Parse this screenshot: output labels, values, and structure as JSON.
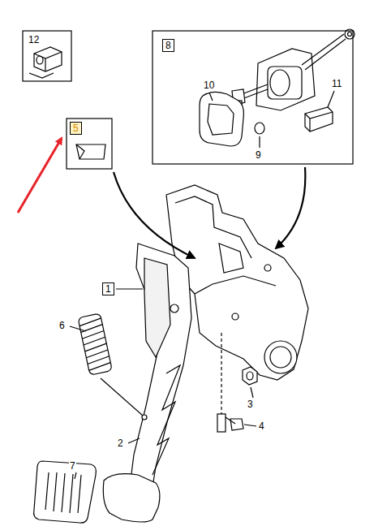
{
  "diagram": {
    "nodes": [
      {
        "text": [
          "8"
        ]
      },
      {
        "text": [
          "5"
        ]
      },
      {
        "text": [
          "1"
        ]
      }
    ],
    "labels": [
      "12",
      "10",
      "11",
      "9",
      "6",
      "3",
      "2",
      "4",
      "7"
    ]
  }
}
